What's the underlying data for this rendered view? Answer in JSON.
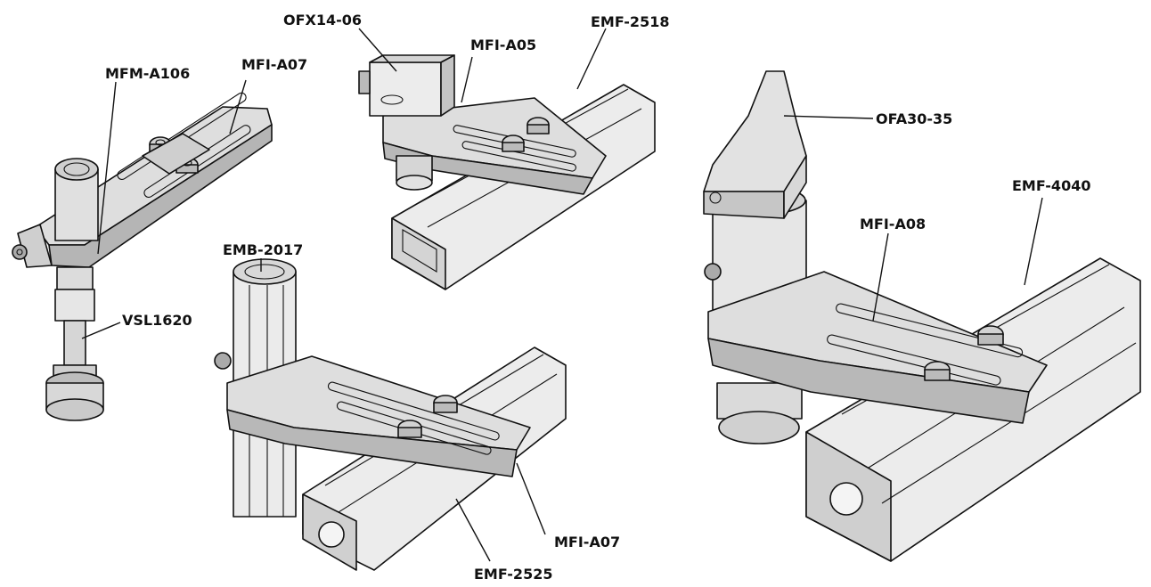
{
  "colors": {
    "bracket": "#c9c9c9",
    "bracket_light": "#e4e4e4",
    "profile": "#ececec",
    "profile_dark": "#bdbdbd",
    "outline": "#111111"
  },
  "labels": {
    "a1_mfm": "MFM-A106",
    "a1_mfi": "MFI-A07",
    "a1_vsl": "VSL1620",
    "a2_ofx": "OFX14-06",
    "a2_mfi": "MFI-A05",
    "a2_emf": "EMF-2518",
    "a3_emb": "EMB-2017",
    "a3_mfi": "MFI-A07",
    "a3_emf": "EMF-2525",
    "a4_ofa": "OFA30-35",
    "a4_emf": "EMF-4040",
    "a4_mfi": "MFI-A08"
  }
}
